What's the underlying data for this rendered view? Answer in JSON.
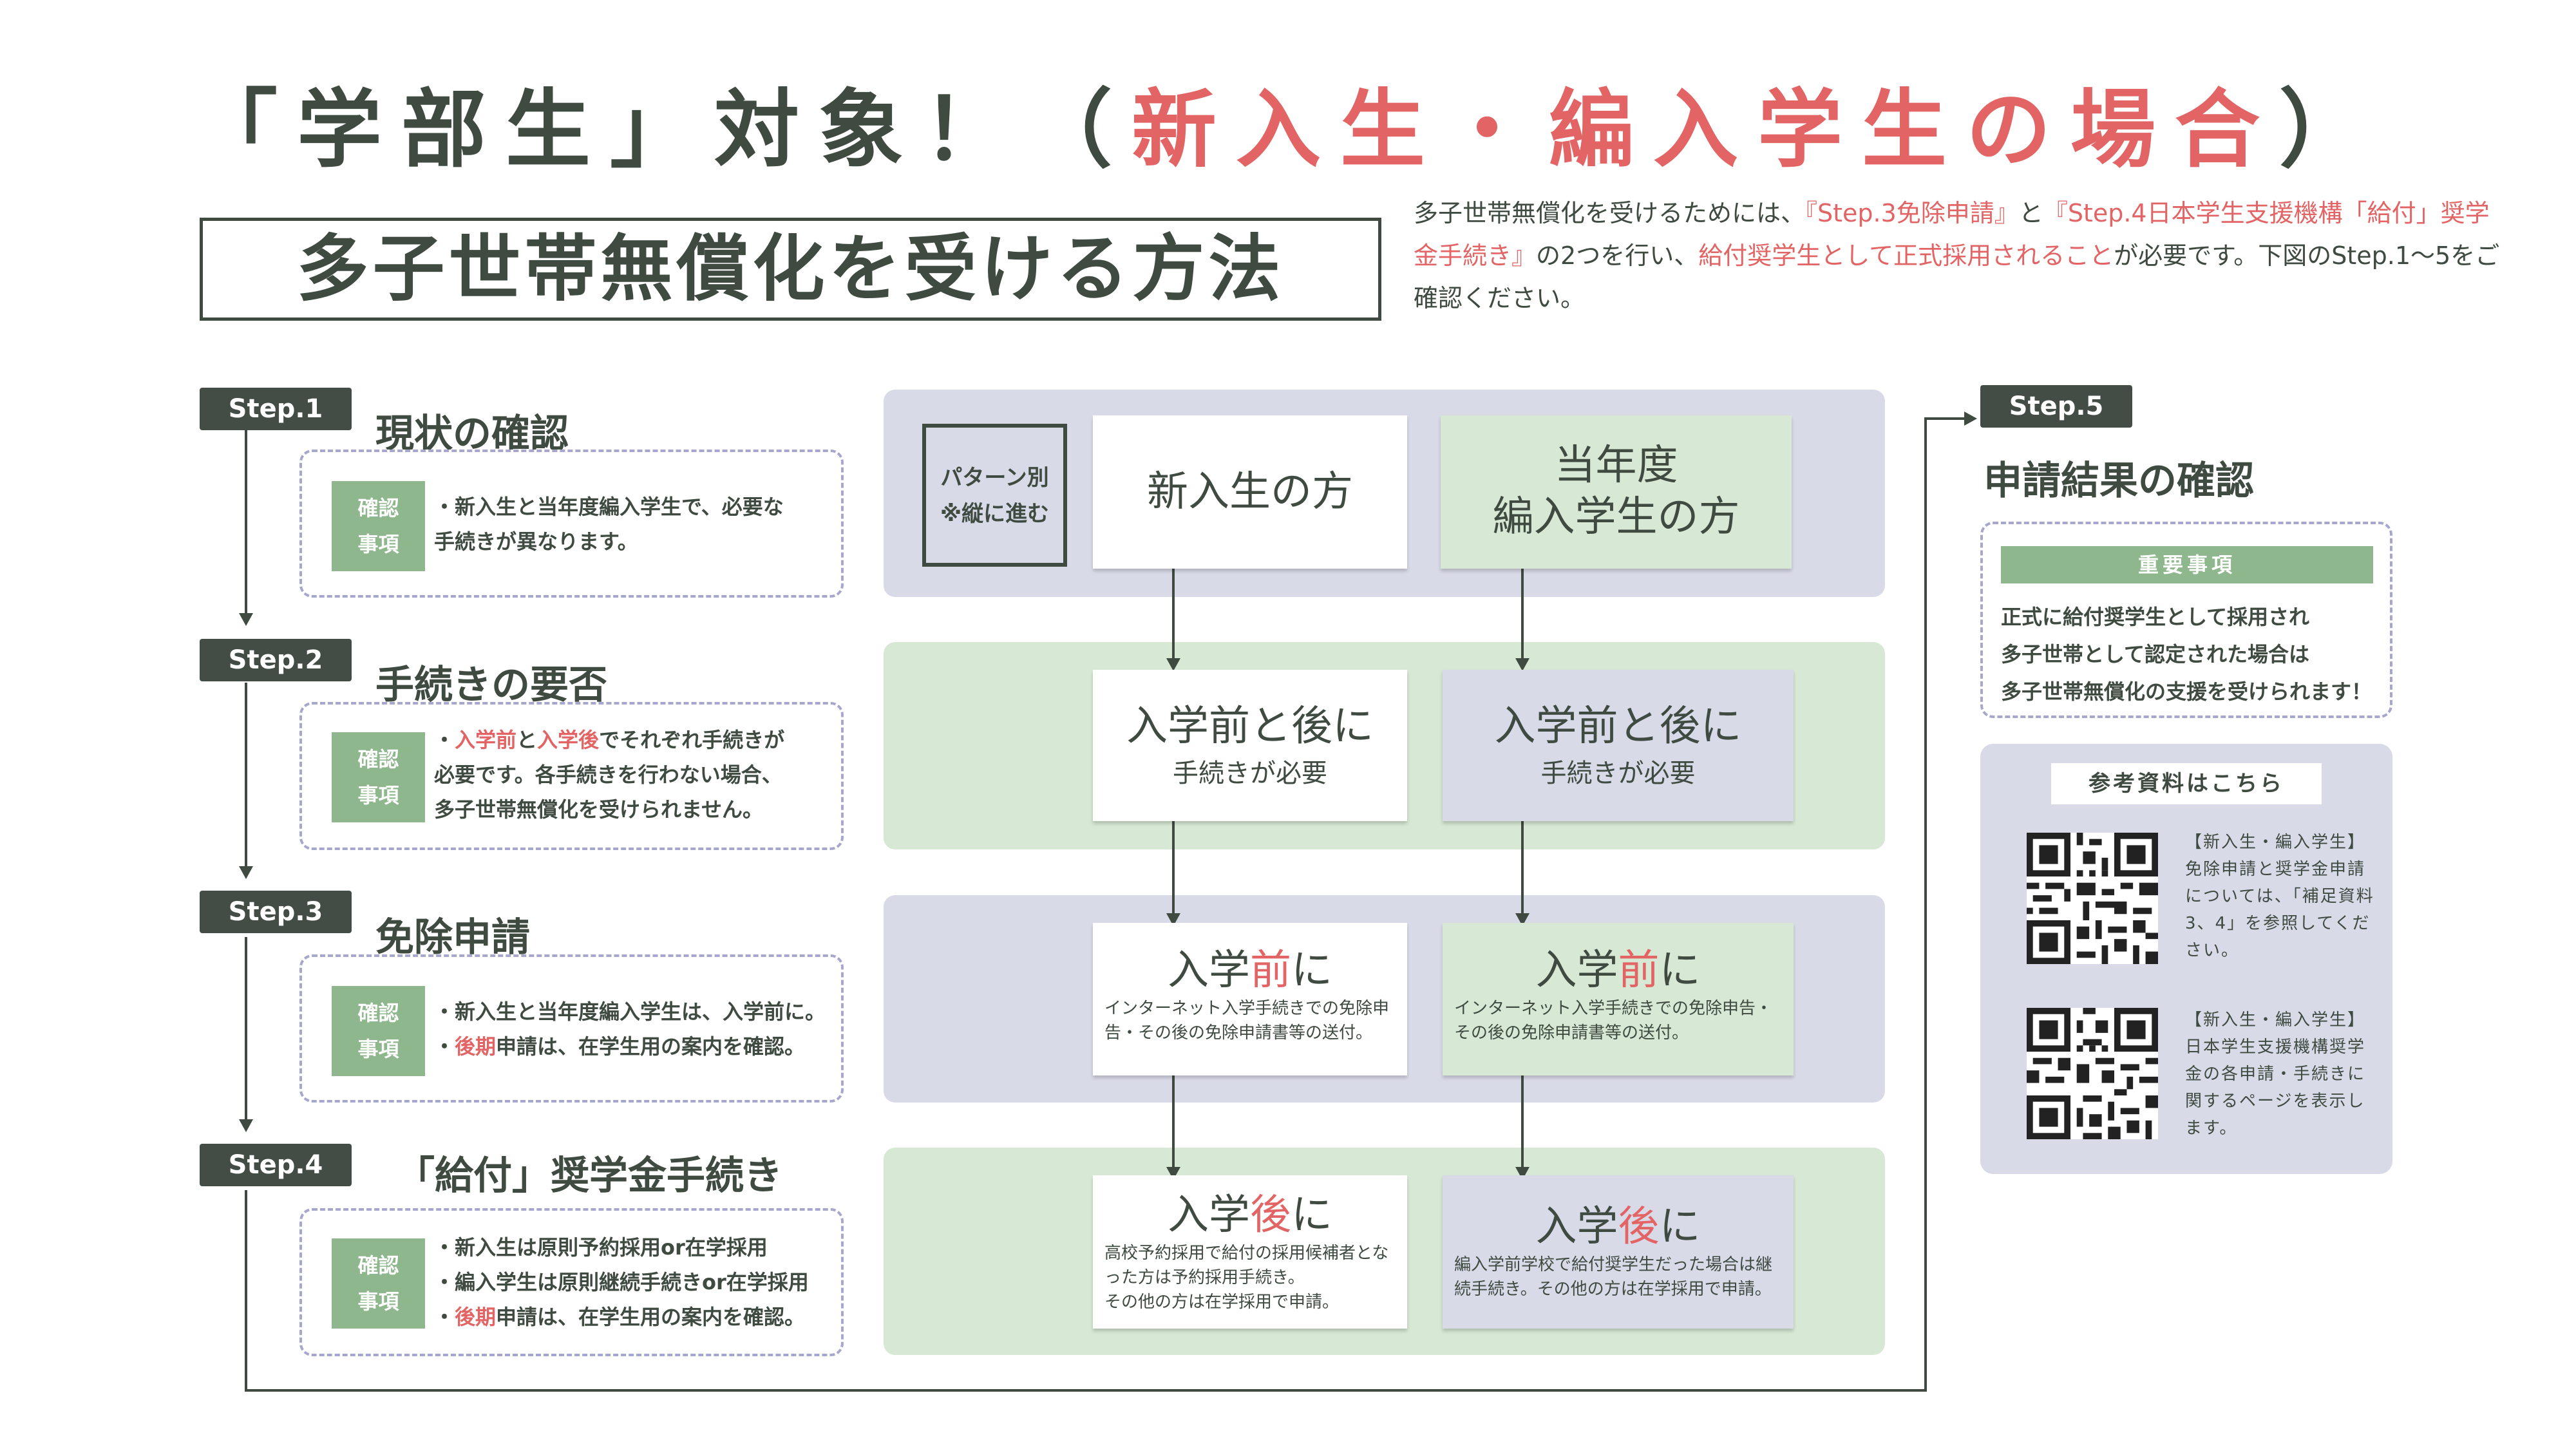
{
  "header": {
    "title_part1": "「学部生」対象！（",
    "title_part2": "新入生・編入学生の場合",
    "title_part3": "）",
    "box_title": "多子世帯無償化を受ける方法"
  },
  "intro": {
    "t1": "多子世帯無償化を受けるためには、",
    "t2": "『Step.3免除申請』",
    "t3": "と",
    "t4": "『Step.4日本学生支援機構「給付」奨学金手続き』",
    "t5": "の2つを行い、",
    "t6": "給付奨学生として正式採用されること",
    "t7": "が必要です。下図のStep.1～5をご確認ください。"
  },
  "colors": {
    "dark": "#3f4a41",
    "red": "#e26464",
    "green": "#8fb78e",
    "purple": "#d9dae8",
    "light_green": "#d7e8d4"
  },
  "steps": [
    {
      "tag": "Step.1",
      "heading": "現状の確認",
      "badge1": "確認",
      "badge2": "事項",
      "lines": [
        {
          "a": "・新入生と当年度編入学生で、必要な",
          "b": "",
          "c": ""
        },
        {
          "a": "手続きが異なります。",
          "b": "",
          "c": ""
        }
      ]
    },
    {
      "tag": "Step.2",
      "heading": "手続きの要否",
      "badge1": "確認",
      "badge2": "事項"
    },
    {
      "tag": "Step.3",
      "heading": "免除申請",
      "badge1": "確認",
      "badge2": "事項"
    },
    {
      "tag": "Step.4",
      "heading": "「給付」奨学金手続き",
      "badge1": "確認",
      "badge2": "事項"
    }
  ],
  "step1_text": "・新入生と当年度編入学生で、必要な\n手続きが異なります。",
  "step2_text": {
    "l1_pre": "・",
    "l1_red1": "入学前",
    "l1_mid": "と",
    "l1_red2": "入学後",
    "l1_post": "でそれぞれ手続きが",
    "l2": "必要です。各手続きを行わない場合、",
    "l3": "多子世帯無償化を受けられません。"
  },
  "step3_text": {
    "l1": "・新入生と当年度編入学生は、入学前に。",
    "l2_pre": "・",
    "l2_red": "後期",
    "l2_post": "申請は、在学生用の案内を確認。"
  },
  "step4_text": {
    "l1": "・新入生は原則予約採用or在学採用",
    "l2": "・編入学生は原則継続手続きor在学採用",
    "l3_pre": "・",
    "l3_red": "後期",
    "l3_post": "申請は、在学生用の案内を確認。"
  },
  "flow": {
    "pattern_l1": "パターン別",
    "pattern_l2": "※縦に進む",
    "col1_head": "新入生の方",
    "col2_head_l1": "当年度",
    "col2_head_l2": "編入学生の方",
    "r2_big": "入学前と後に",
    "r2_sub": "手続きが必要",
    "r3_pre": "入学",
    "r3_red": "前",
    "r3_post": "に",
    "r3_c1": "インターネット入学手続きでの免除申\n告・その後の免除申請書等の送付。",
    "r3_c2": "インターネット入学手続きでの免除申告・\nその後の免除申請書等の送付。",
    "r4_pre": "入学",
    "r4_red": "後",
    "r4_post": "に",
    "r4_c1": "高校予約採用で給付の採用候補者とな\nった方は予約採用手続き。\nその他の方は在学採用で申請。",
    "r4_c2": "編入学前学校で給付奨学生だった場合は継\n続手続き。その他の方は在学採用で申請。"
  },
  "step5": {
    "tag": "Step.5",
    "heading": "申請結果の確認",
    "banner": "重要事項",
    "text": "正式に給付奨学生として採用され\n多子世帯として認定された場合は\n多子世帯無償化の支援を受けられます！"
  },
  "reference": {
    "head": "参考資料はこちら",
    "ref1": "【新入生・編入学生】\n免除申請と奨学金申請\nについては、「補足資料\n3、4」を参照してくだ\nさい。",
    "ref2": "【新入生・編入学生】\n日本学生支援機構奨学\n金の各申請・手続きに\n関するページを表示し\nます。"
  }
}
